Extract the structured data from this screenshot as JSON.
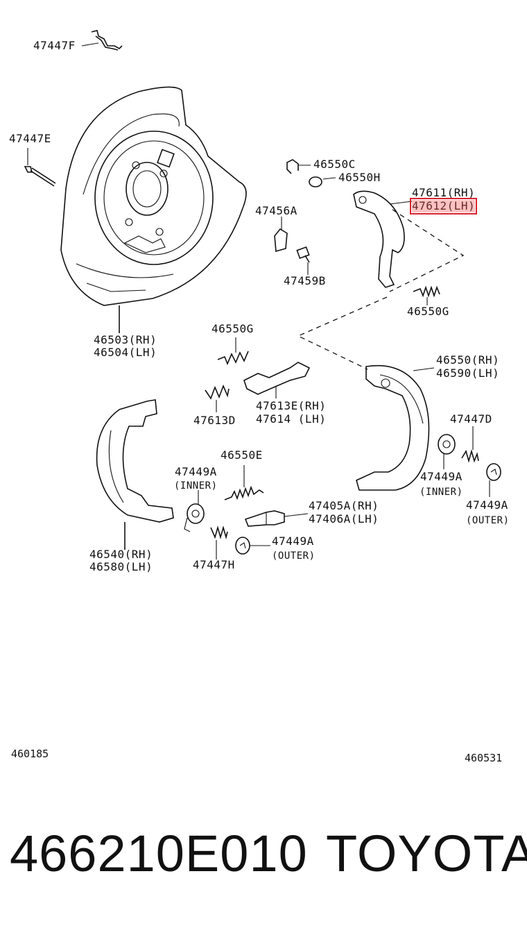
{
  "parts": {
    "p47447F": "47447F",
    "p47447E": "47447E",
    "p46503": "46503(RH)",
    "p46504": "46504(LH)",
    "p46550C": "46550C",
    "p46550H": "46550H",
    "p47456A": "47456A",
    "p47459B": "47459B",
    "p47611": "47611(RH)",
    "p47612": "47612(LH)",
    "p46550G_top": "46550G",
    "p46550G_mid": "46550G",
    "p47613E": "47613E(RH)",
    "p47614": "47614 (LH)",
    "p47613D": "47613D",
    "p46550_rh": "46550(RH)",
    "p46590": "46590(LH)",
    "p47447D": "47447D",
    "p47449A_inner_r": "47449A",
    "inner_r": "(INNER)",
    "p47449A_outer_r": "47449A",
    "outer_r": "(OUTER)",
    "p46550E": "46550E",
    "p47449A_inner_l": "47449A",
    "inner_l": "(INNER)",
    "p47405A": "47405A(RH)",
    "p47406A": "47406A(LH)",
    "p47449A_outer_l": "47449A",
    "outer_l": "(OUTER)",
    "p46540": "46540(RH)",
    "p46580": "46580(LH)",
    "p47447H": "47447H"
  },
  "highlight_color": "#d9232e",
  "corners": {
    "left": "460185",
    "right": "460531"
  },
  "footer": {
    "part_number": "466210E010",
    "brand": "TOYOTA"
  }
}
